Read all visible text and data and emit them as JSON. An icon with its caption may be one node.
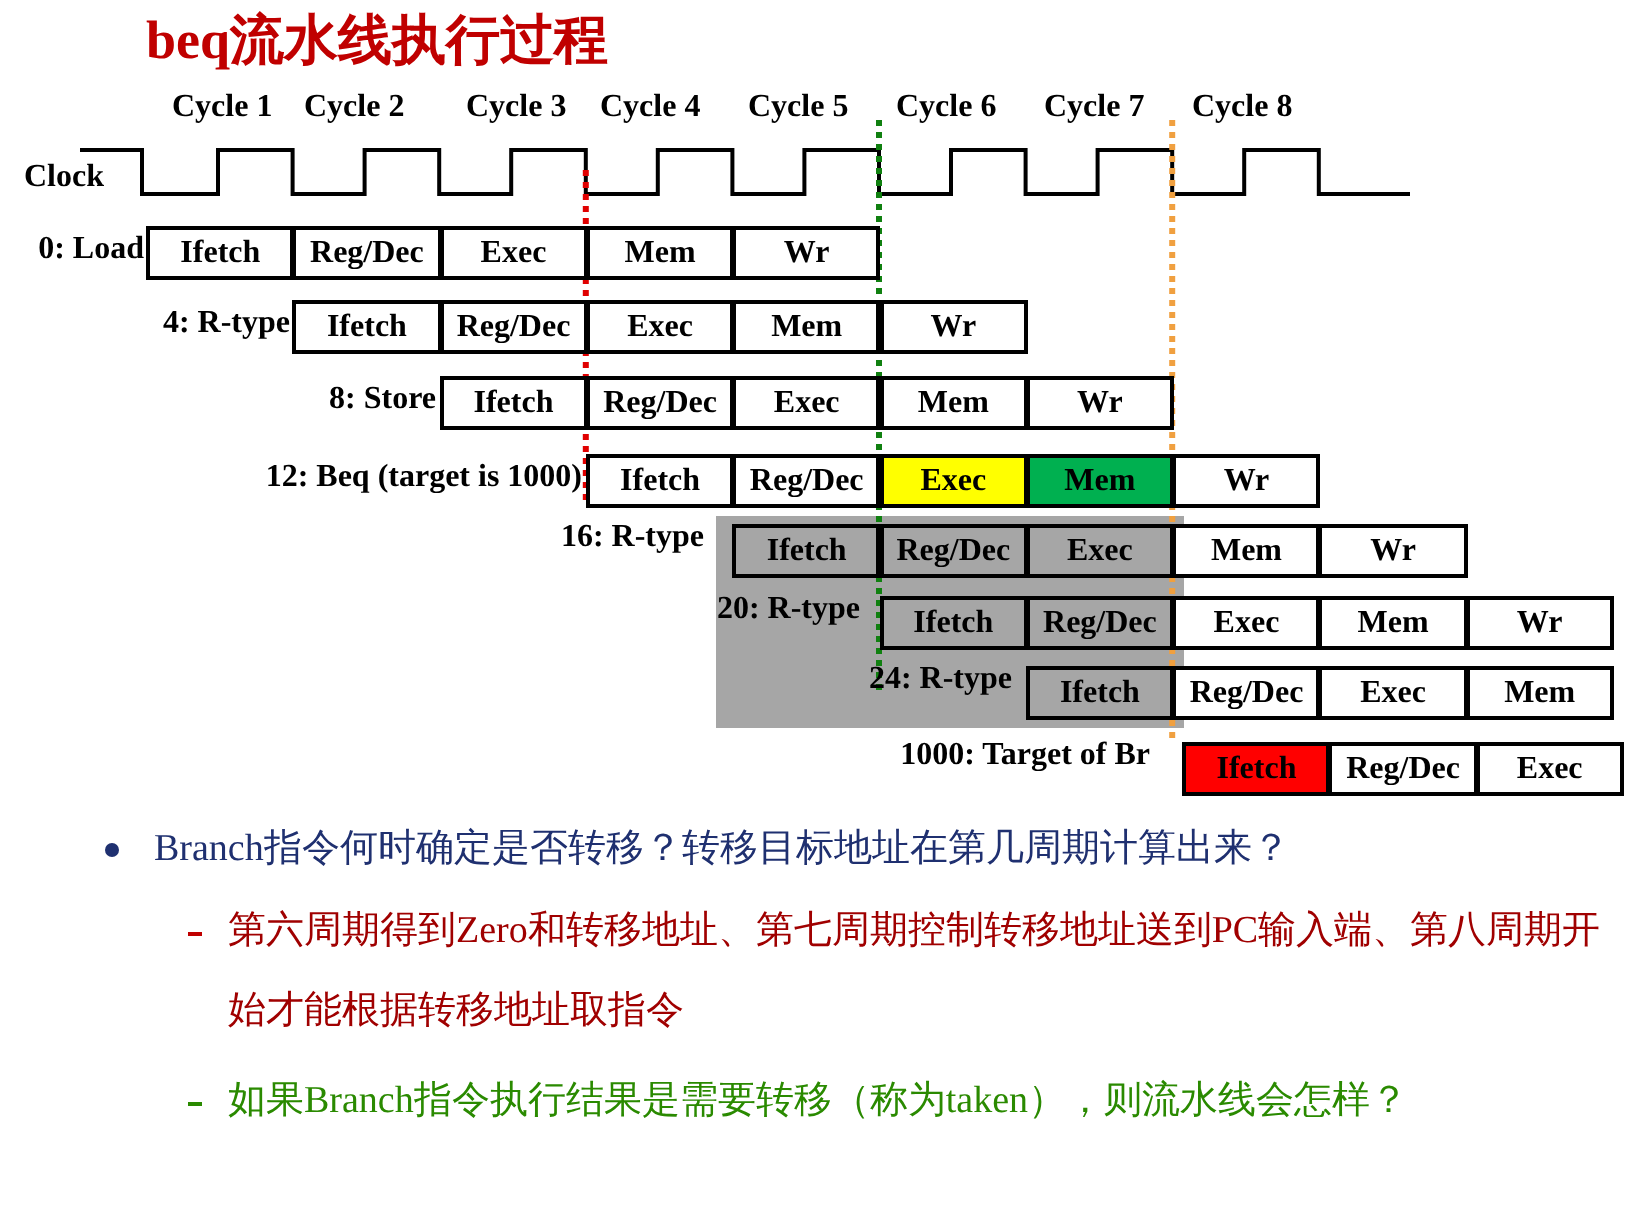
{
  "diagram": {
    "title": "beq流水线执行过程",
    "nodes": [
      {
        "text": [
          "Ifetch"
        ]
      },
      {
        "text": [
          "Reg/Dec"
        ]
      },
      {
        "text": [
          "Exec"
        ]
      },
      {
        "text": [
          "Mem"
        ]
      },
      {
        "text": [
          "Wr"
        ]
      },
      {
        "text": [
          "Ifetch"
        ]
      },
      {
        "text": [
          "Reg/Dec"
        ]
      },
      {
        "text": [
          "Exec"
        ]
      },
      {
        "text": [
          "Mem"
        ]
      },
      {
        "text": [
          "Wr"
        ]
      },
      {
        "text": [
          "Ifetch"
        ]
      },
      {
        "text": [
          "Reg/Dec"
        ]
      },
      {
        "text": [
          "Exec"
        ]
      },
      {
        "text": [
          "Mem"
        ]
      },
      {
        "text": [
          "Wr"
        ]
      },
      {
        "text": [
          "Ifetch"
        ]
      },
      {
        "text": [
          "Reg/Dec"
        ]
      },
      {
        "text": [
          "Exec"
        ]
      },
      {
        "text": [
          "Mem"
        ]
      },
      {
        "text": [
          "Wr"
        ]
      },
      {
        "text": [
          "Ifetch"
        ]
      },
      {
        "text": [
          "Reg/Dec"
        ]
      },
      {
        "text": [
          "Exec"
        ]
      },
      {
        "text": [
          "Mem"
        ]
      },
      {
        "text": [
          "Wr"
        ]
      },
      {
        "text": [
          "Ifetch"
        ]
      },
      {
        "text": [
          "Reg/Dec"
        ]
      },
      {
        "text": [
          "Exec"
        ]
      },
      {
        "text": [
          "Mem"
        ]
      },
      {
        "text": [
          "Wr"
        ]
      },
      {
        "text": [
          "Ifetch"
        ]
      },
      {
        "text": [
          "Reg/Dec"
        ]
      },
      {
        "text": [
          "Exec"
        ]
      },
      {
        "text": [
          "Mem"
        ]
      },
      {
        "text": [
          "Ifetch"
        ]
      },
      {
        "text": [
          "Reg/Dec"
        ]
      },
      {
        "text": [
          "Exec"
        ]
      }
    ],
    "labels": [
      "Cycle 1",
      "Cycle 2",
      "Cycle 3",
      "Cycle 4",
      "Cycle 5",
      "Cycle 6",
      "Cycle 7",
      "Cycle 8",
      "Clock",
      "0: Load",
      "4: R-type",
      "8: Store",
      "12: Beq (target is 1000)",
      "16: R-type",
      "20: R-type",
      "24: R-type",
      "1000: Target of Br",
      "Branch指令何时确定是否转移？转移目标地址在第几周期计算出来？",
      "第六周期得到Zero和转移地址、第七周期控制转移地址送到PC输入端、第八周期开始才能根据转移地址取指令",
      "如果Branch指令执行结果是需要转移（称为taken），则流水线会怎样？"
    ]
  }
}
